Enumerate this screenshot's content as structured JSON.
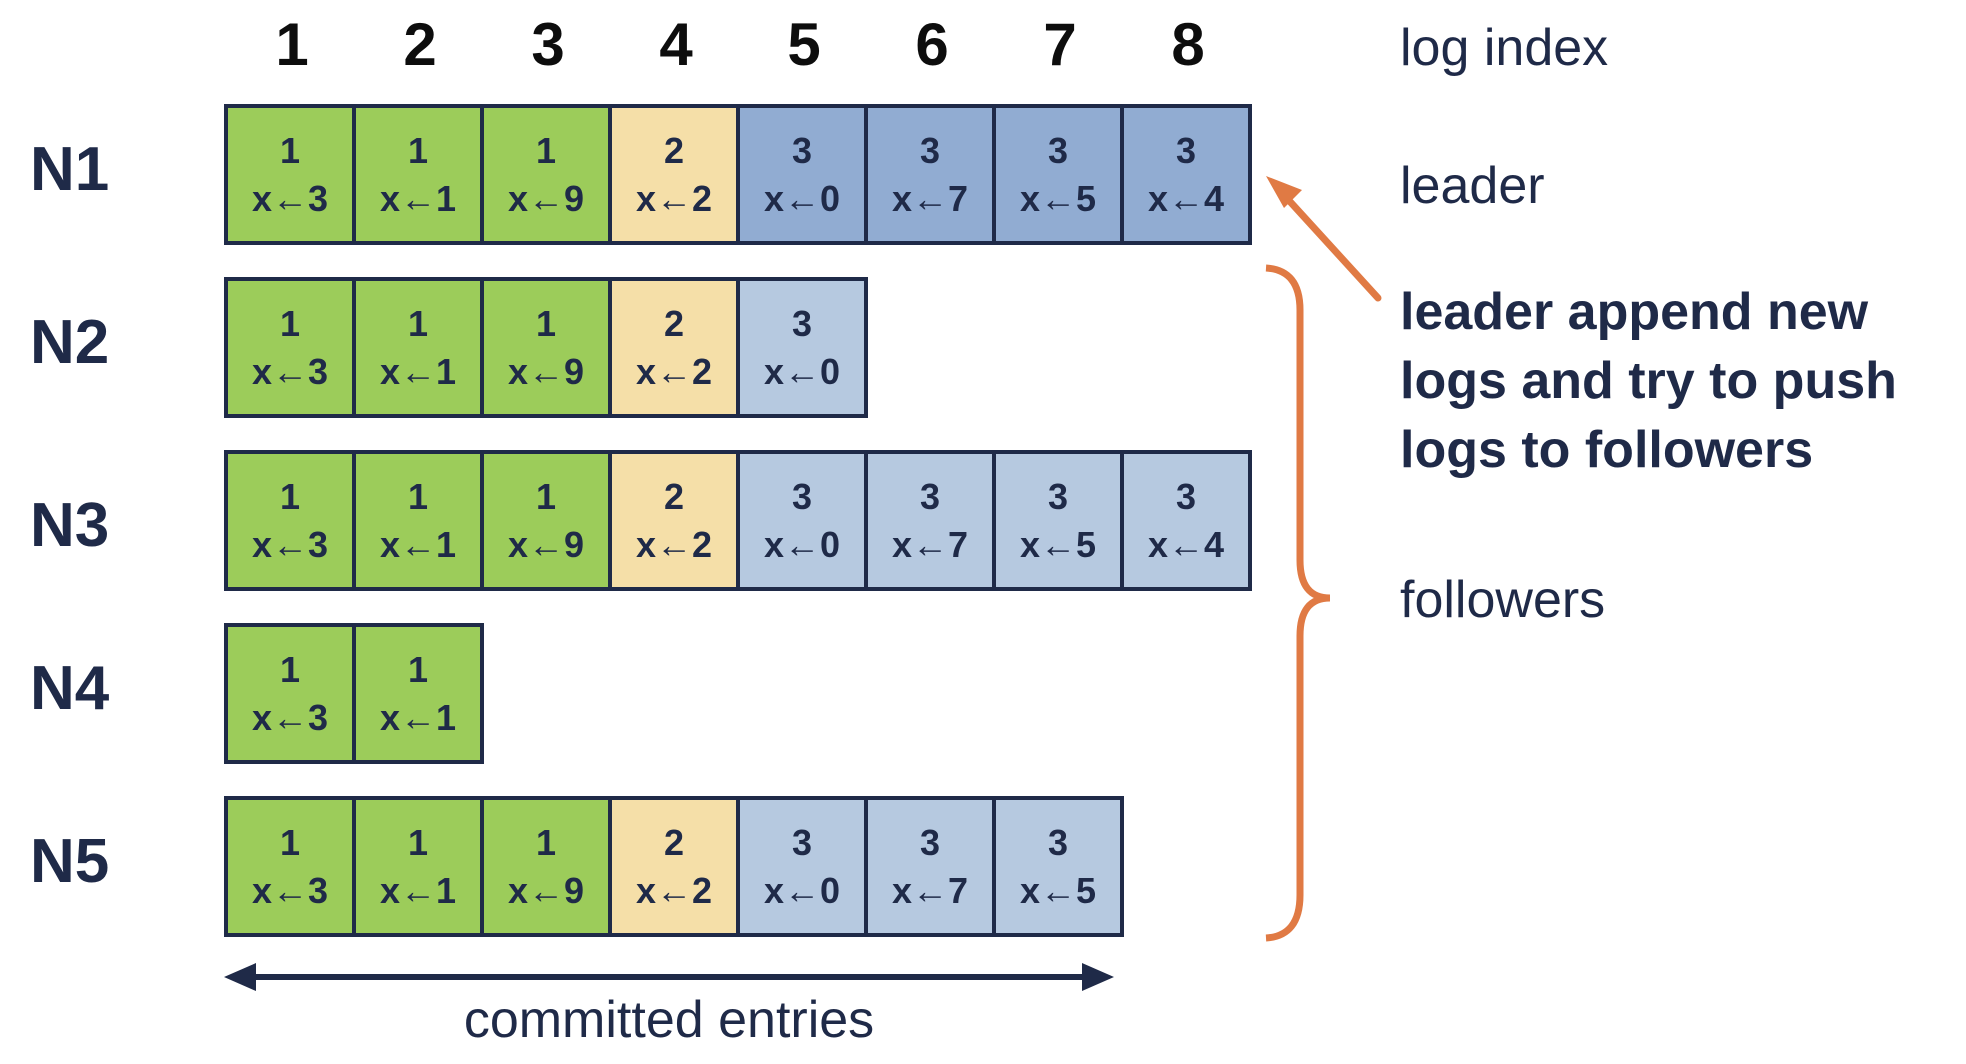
{
  "log_indices": [
    "1",
    "2",
    "3",
    "4",
    "5",
    "6",
    "7",
    "8"
  ],
  "colors": {
    "term1": "#9ccc5a",
    "term2": "#f5dfa8",
    "term3_leader": "#91acd2",
    "term3_follower": "#b6c9e0",
    "border": "#1f2a48",
    "brace": "#e07a44"
  },
  "nodes": [
    {
      "name": "N1",
      "role": "leader",
      "entries": [
        {
          "term": "1",
          "cmd": "x←3"
        },
        {
          "term": "1",
          "cmd": "x←1"
        },
        {
          "term": "1",
          "cmd": "x←9"
        },
        {
          "term": "2",
          "cmd": "x←2"
        },
        {
          "term": "3",
          "cmd": "x←0"
        },
        {
          "term": "3",
          "cmd": "x←7"
        },
        {
          "term": "3",
          "cmd": "x←5"
        },
        {
          "term": "3",
          "cmd": "x←4"
        }
      ]
    },
    {
      "name": "N2",
      "role": "follower",
      "entries": [
        {
          "term": "1",
          "cmd": "x←3"
        },
        {
          "term": "1",
          "cmd": "x←1"
        },
        {
          "term": "1",
          "cmd": "x←9"
        },
        {
          "term": "2",
          "cmd": "x←2"
        },
        {
          "term": "3",
          "cmd": "x←0"
        }
      ]
    },
    {
      "name": "N3",
      "role": "follower",
      "entries": [
        {
          "term": "1",
          "cmd": "x←3"
        },
        {
          "term": "1",
          "cmd": "x←1"
        },
        {
          "term": "1",
          "cmd": "x←9"
        },
        {
          "term": "2",
          "cmd": "x←2"
        },
        {
          "term": "3",
          "cmd": "x←0"
        },
        {
          "term": "3",
          "cmd": "x←7"
        },
        {
          "term": "3",
          "cmd": "x←5"
        },
        {
          "term": "3",
          "cmd": "x←4"
        }
      ]
    },
    {
      "name": "N4",
      "role": "follower",
      "entries": [
        {
          "term": "1",
          "cmd": "x←3"
        },
        {
          "term": "1",
          "cmd": "x←1"
        }
      ]
    },
    {
      "name": "N5",
      "role": "follower",
      "entries": [
        {
          "term": "1",
          "cmd": "x←3"
        },
        {
          "term": "1",
          "cmd": "x←1"
        },
        {
          "term": "1",
          "cmd": "x←9"
        },
        {
          "term": "2",
          "cmd": "x←2"
        },
        {
          "term": "3",
          "cmd": "x←0"
        },
        {
          "term": "3",
          "cmd": "x←7"
        },
        {
          "term": "3",
          "cmd": "x←5"
        }
      ]
    }
  ],
  "labels": {
    "log_index": "log index",
    "leader": "leader",
    "note": "leader append new logs and try to push logs to followers",
    "followers": "followers",
    "committed": "committed entries"
  }
}
